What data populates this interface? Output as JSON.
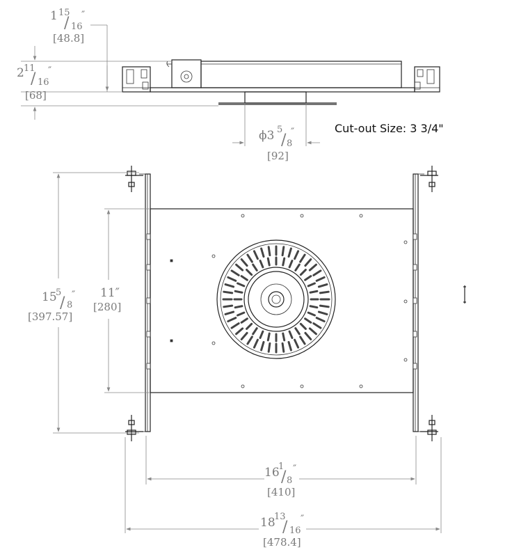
{
  "note": {
    "cutout": "Cut-out Size: 3 3/4\""
  },
  "side_view": {
    "top_gap": {
      "whole": "1",
      "num": "15",
      "den": "16",
      "unit": "″",
      "mm": "[48.8]"
    },
    "height": {
      "whole": "2",
      "num": "11",
      "den": "16",
      "unit": "″",
      "mm": "[68]"
    },
    "aperture": {
      "prefix": "ϕ3",
      "num": "5",
      "den": "8",
      "unit": "″",
      "mm": "[92]"
    }
  },
  "plan_view": {
    "overall_depth": {
      "whole": "15",
      "num": "5",
      "den": "8",
      "unit": "″",
      "mm": "[397.57]"
    },
    "plate_depth": {
      "label": "11″",
      "mm": "[280]"
    },
    "plate_width": {
      "whole": "16",
      "num": "1",
      "den": "8",
      "unit": "″",
      "mm": "[410]"
    },
    "overall_width": {
      "whole": "18",
      "num": "13",
      "den": "16",
      "unit": "″",
      "mm": "[478.4]"
    }
  },
  "colors": {
    "line": "#222222",
    "dimension": "#7a7a7a",
    "note": "#111111"
  }
}
